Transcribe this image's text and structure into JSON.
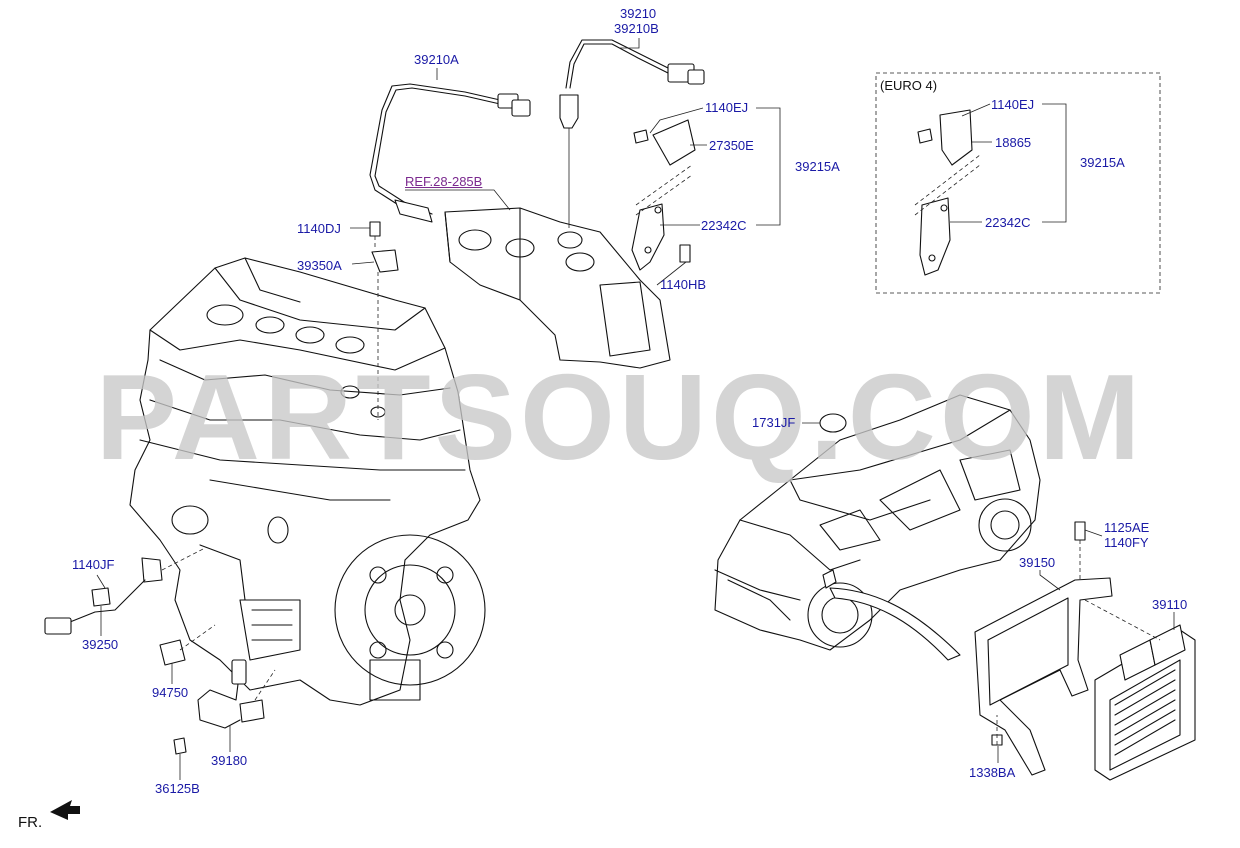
{
  "colors": {
    "label": "#1a1aa6",
    "ref": "#7b2a8f",
    "line": "#111111",
    "watermark": "#c8c8c8",
    "background": "#ffffff"
  },
  "watermark": "PARTSOUQ.COM",
  "euro_note": "(EURO 4)",
  "fr_label": "FR.",
  "labels": {
    "p39210": "39210",
    "p39210B": "39210B",
    "p39210A": "39210A",
    "ref28": "REF.28-285B",
    "p1140EJ_a": "1140EJ",
    "p27350E": "27350E",
    "p39215A_a": "39215A",
    "p22342C_a": "22342C",
    "p1140HB": "1140HB",
    "p1140DJ": "1140DJ",
    "p39350A": "39350A",
    "p1140EJ_b": "1140EJ",
    "p18865": "18865",
    "p39215A_b": "39215A",
    "p22342C_b": "22342C",
    "p1731JF": "1731JF",
    "p1125AE": "1125AE",
    "p1140FY": "1140FY",
    "p39150": "39150",
    "p39110": "39110",
    "p1338BA": "1338BA",
    "p1140JF": "1140JF",
    "p39250": "39250",
    "p94750": "94750",
    "p39180": "39180",
    "p36125B": "36125B"
  }
}
